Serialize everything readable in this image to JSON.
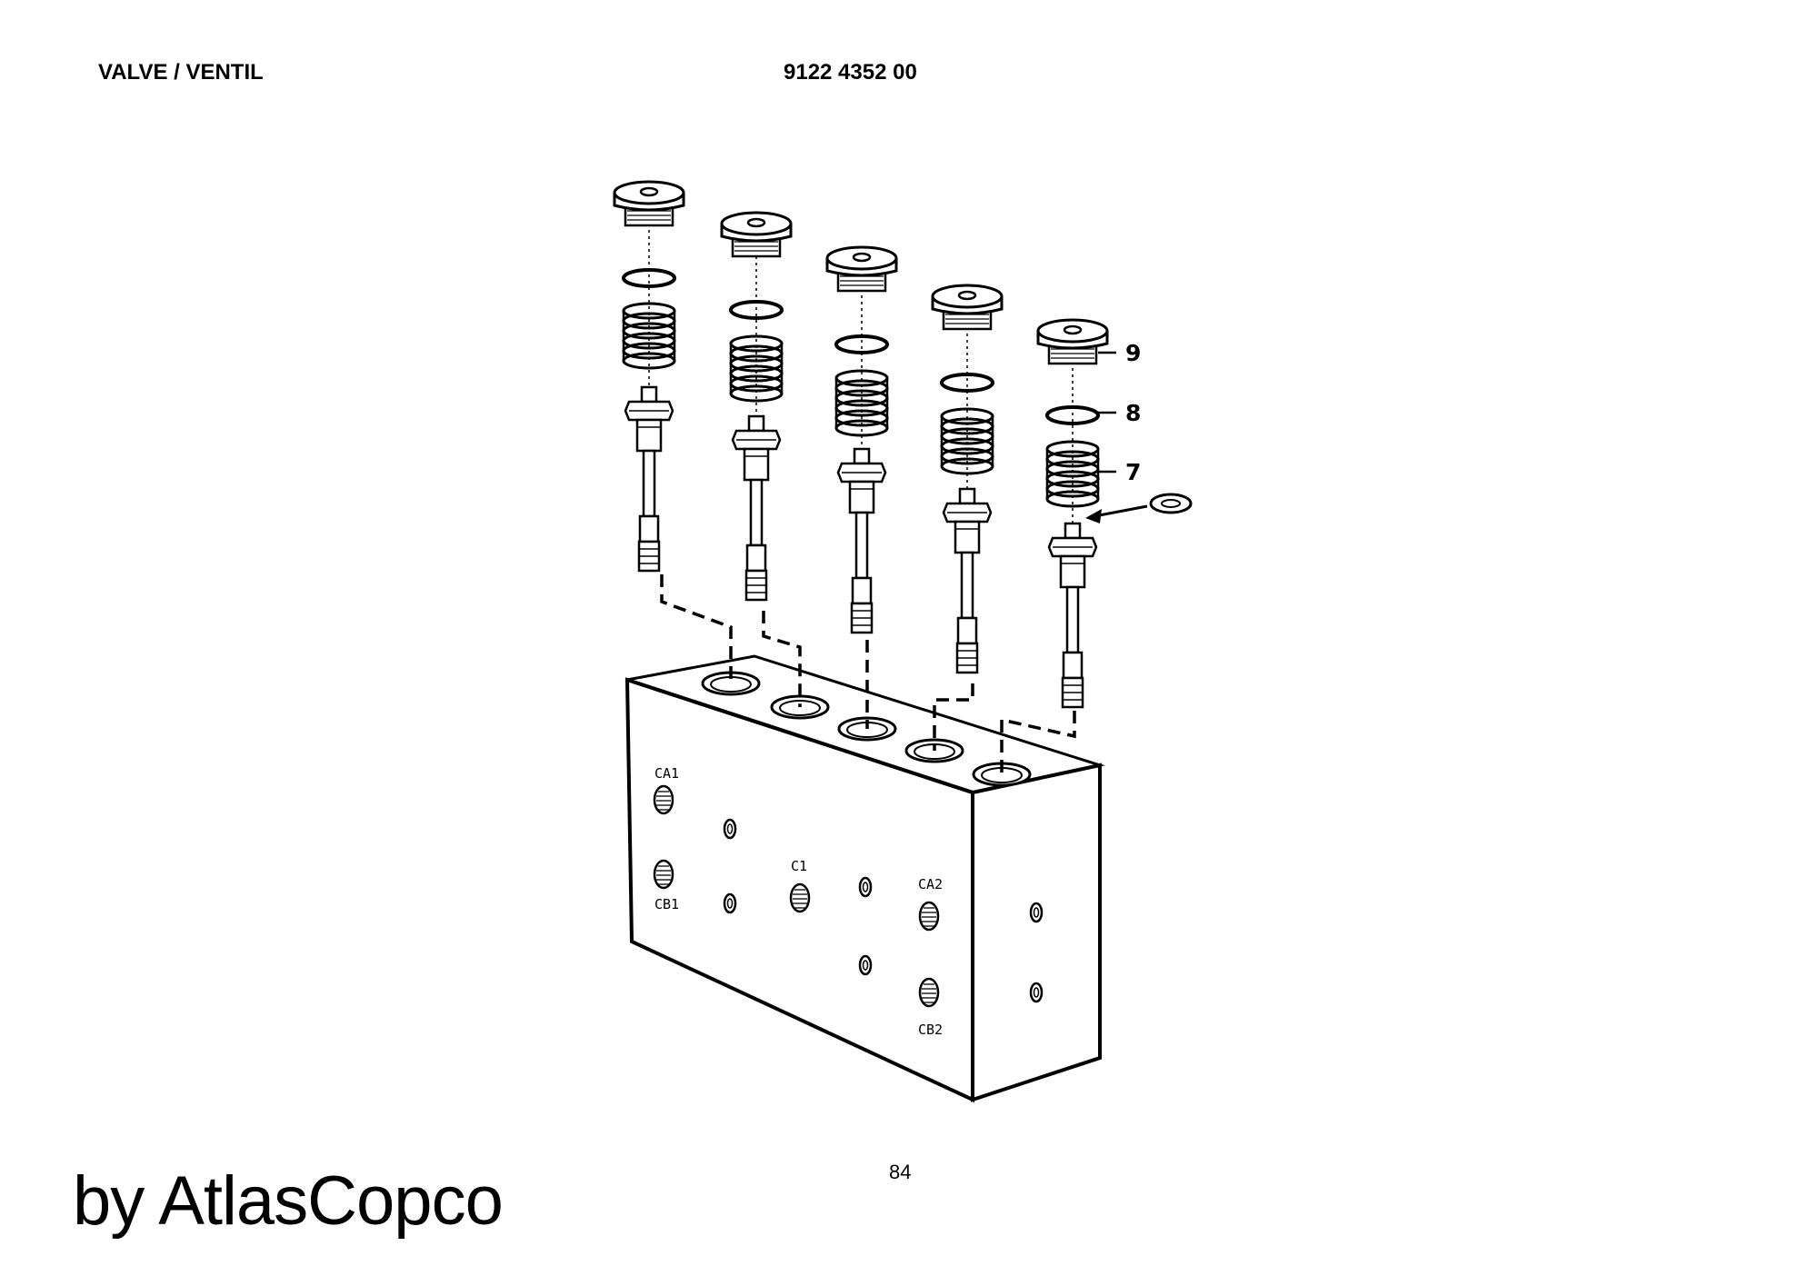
{
  "header": {
    "title": "VALVE / VENTIL",
    "part_number": "9122 4352 00"
  },
  "callouts": [
    "9",
    "8",
    "7"
  ],
  "port_labels": [
    "CA1",
    "CB1",
    "C1",
    "CA2",
    "CB2"
  ],
  "footer": {
    "page_number": "84",
    "brand": "by AtlasCopco"
  }
}
